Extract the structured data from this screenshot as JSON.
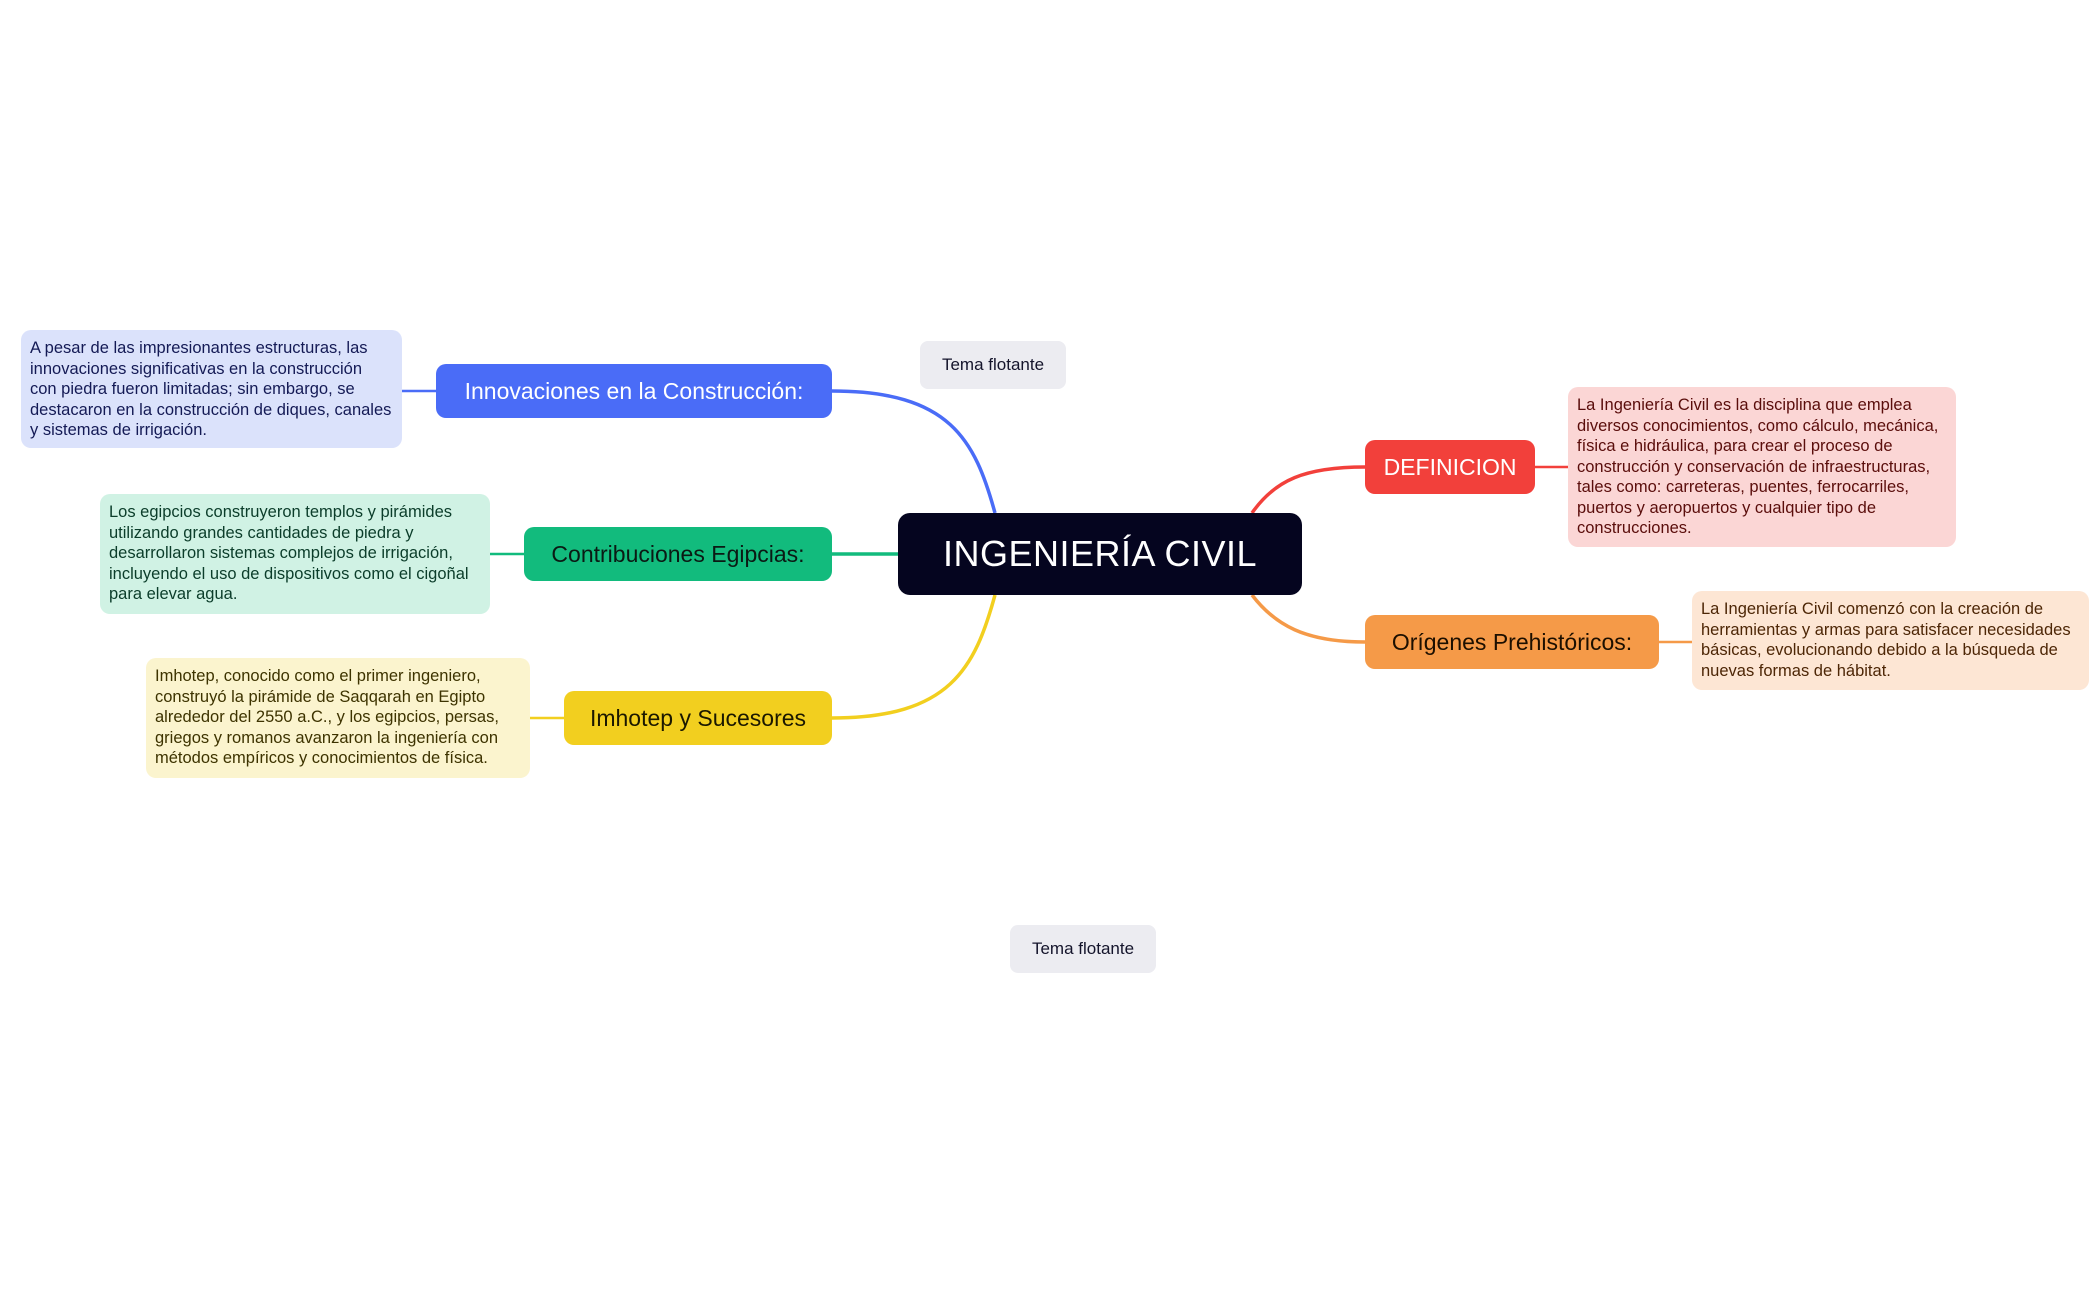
{
  "mindmap": {
    "root": {
      "label": "INGENIERÍA CIVIL",
      "color": "#05051f"
    },
    "branches": {
      "innovaciones": {
        "label": "Innovaciones en la Construcción:",
        "color": "#4a6cf7",
        "note": "A pesar de las impresionantes estructuras, las innovaciones significativas en la construcción con piedra fueron limitadas; sin embargo, se destacaron en la construcción de diques, canales y sistemas de irrigación."
      },
      "contribuciones": {
        "label": "Contribuciones Egipcias:",
        "color": "#12bb7d",
        "note": "Los egipcios construyeron templos y pirámides utilizando grandes cantidades de piedra y desarrollaron sistemas complejos de irrigación, incluyendo el uso de dispositivos como el cigoñal para elevar agua."
      },
      "imhotep": {
        "label": "Imhotep y Sucesores",
        "color": "#f2cf1f",
        "note": " Imhotep, conocido como el primer ingeniero, construyó la pirámide de Saqqarah en Egipto alrededor del 2550 a.C., y los egipcios, persas, griegos y romanos avanzaron la ingeniería con métodos empíricos y conocimientos de física."
      },
      "definicion": {
        "label": "DEFINICION",
        "color": "#f2403b",
        "note": "La Ingeniería Civil es la disciplina que emplea diversos conocimientos, como cálculo, mecánica, física e hidráulica, para crear el proceso de construcción y conservación de infraestructuras, tales como: carreteras, puentes, ferrocarriles, puertos y aeropuertos y cualquier tipo de construcciones."
      },
      "origenes": {
        "label": "Orígenes Prehistóricos:",
        "color": "#f59a48",
        "note": "La Ingeniería Civil comenzó con la creación de herramientas y armas para satisfacer necesidades básicas, evolucionando debido a la búsqueda de nuevas formas de hábitat."
      }
    },
    "floating_topics": [
      "Tema flotante",
      "Tema flotante"
    ]
  }
}
